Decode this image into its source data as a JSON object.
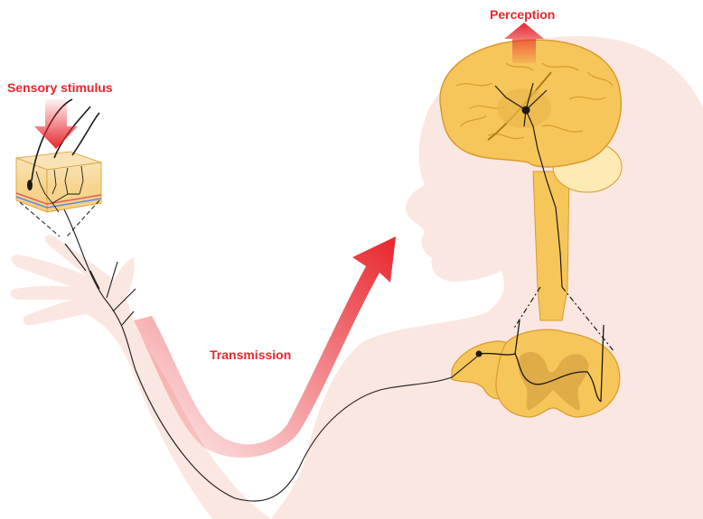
{
  "labels": {
    "sensory": "Sensory stimulus",
    "transmission": "Transmission",
    "perception": "Perception"
  },
  "colors": {
    "label_red": "#e8262d",
    "body_skin": "#fbe7e1",
    "brain_fill": "#f7c65a",
    "brain_stroke": "#d99a2b",
    "spinal_fill": "#f7c65a",
    "nerve": "#1a1a1a"
  },
  "icons": {
    "stimulus_arrow": "red-down-arrow-icon",
    "transmission_arrow": "red-gradient-up-arrow-icon",
    "perception_arrow": "red-up-arrow-icon"
  }
}
